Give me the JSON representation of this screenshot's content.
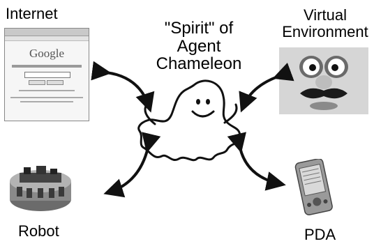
{
  "nodes": {
    "internet": {
      "label": "Internet"
    },
    "virtual_env": {
      "label_line1": "Virtual",
      "label_line2": "Environment"
    },
    "robot": {
      "label": "Robot"
    },
    "pda": {
      "label": "PDA"
    }
  },
  "center": {
    "line1": "\"Spirit\" of",
    "line2": "Agent",
    "line3": "Chameleon"
  },
  "browser": {
    "logo_text": "Google"
  }
}
